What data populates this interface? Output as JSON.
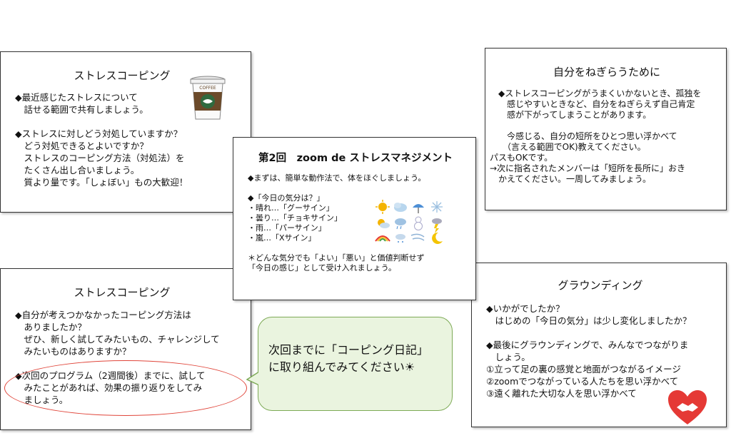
{
  "cards": {
    "top_left": {
      "title": "ストレスコーピング",
      "lines": [
        "◆最近感じたストレスについて",
        "　話せる範囲で共有しましょう。",
        "",
        "◆ストレスに対しどう対処していますか？",
        "　どう対処できるとよいですか？",
        "　ストレスのコーピング方法（対処法）を",
        "　たくさん出し合いましょう。",
        "　質より量です。「しょぼい」もの大歓迎！"
      ]
    },
    "bottom_left": {
      "title": "ストレスコーピング",
      "lines": [
        "◆自分が考えつかなかったコーピング方法は",
        "　ありましたか？",
        "　ぜひ、新しく試してみたいもの、チャレンジして",
        "　みたいものはありますか？",
        "",
        "◆次回のプログラム（2週間後）までに、試して",
        "　みたことがあれば、効果の振り返りをしてみ",
        "　ましょう。"
      ]
    },
    "center": {
      "title": "第2回　zoom de ストレスマネジメント",
      "lines": [
        "◆まずは、簡単な動作法で、体をほぐしましょう。",
        "",
        "◆「今日の気分は？」",
        "・晴れ…「グーサイン」",
        "・曇り…「チョキサイン」",
        "・雨…「パーサイン」",
        "・嵐…「Xサイン」",
        "",
        "＊どんな気分でも「よい」「悪い」と価値判断せず",
        "「今日の感じ」として受け入れましょう。"
      ]
    },
    "top_right": {
      "title": "自分をねぎらうために",
      "lines": [
        "　◆ストレスコーピングがうまくいかないとき、孤独を",
        "　　感じやすいときなど、自分をねぎらえず自己肯定",
        "　　感が下がってしまうことがあります。",
        "",
        "　　今感じる、自分の短所をひとつ思い浮かべて",
        "　　（言える範囲でOK)教えてください。",
        "パスもOKです。",
        "→次に指名されたメンバーは「短所を長所に」おき",
        "　かえてください。一周してみましょう。"
      ]
    },
    "bottom_right": {
      "title": "グラウンディング",
      "lines": [
        "◆いかがでしたか？",
        "　はじめの「今日の気分」は少し変化しましたか？",
        "",
        "◆最後にグラウンディングで、みんなでつながりま",
        "　しょう。",
        "①立って足の裏の感覚と地面がつながるイメージ",
        "②zoomでつながっている人たちを思い浮かべて",
        "③遠く離れた大切な人を思い浮かべて"
      ]
    }
  },
  "bubble": {
    "lines": [
      "次回までに「コーピング日記」",
      "に取り組んでみてください☀"
    ]
  },
  "cup_label": "COFFEE",
  "colors": {
    "bubble_fill": "#eaf4df",
    "bubble_border": "#7daa56",
    "highlight_ellipse": "#e0453a",
    "cup_green": "#2f6a3f",
    "heart_red": "#e53935"
  }
}
